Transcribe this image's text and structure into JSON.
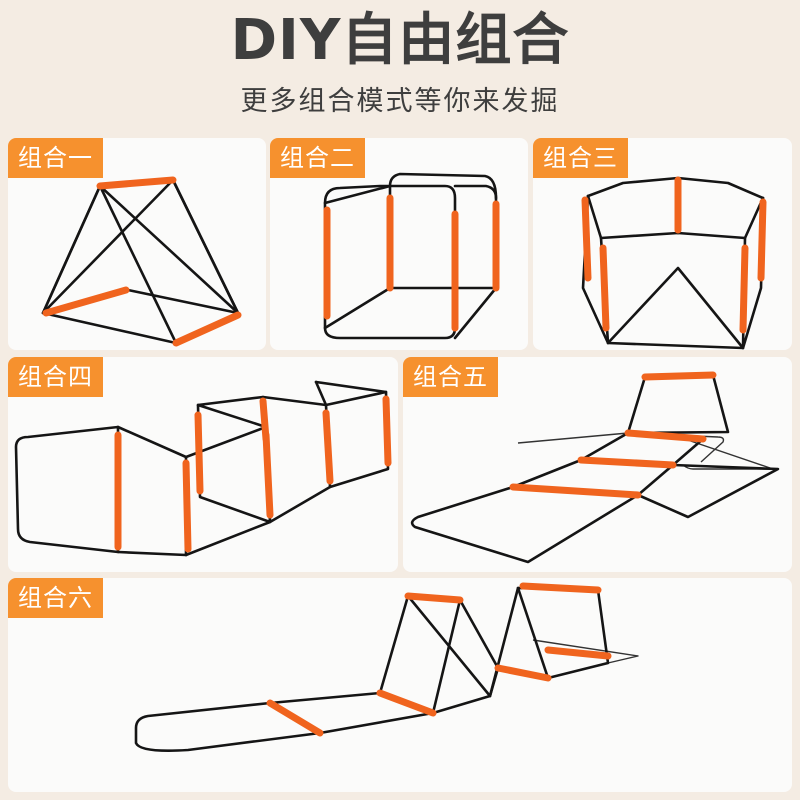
{
  "header": {
    "title": "DIY自由组合",
    "subtitle": "更多组合模式等你来发掘"
  },
  "panels": [
    {
      "label": "组合一"
    },
    {
      "label": "组合二"
    },
    {
      "label": "组合三"
    },
    {
      "label": "组合四"
    },
    {
      "label": "组合五"
    },
    {
      "label": "组合六"
    }
  ],
  "colors": {
    "background": "#f4ece3",
    "panel": "#fbfbfa",
    "tag": "#f6912e",
    "rod": "#f0641e",
    "wire": "#151515",
    "text": "#3e3e3e"
  }
}
